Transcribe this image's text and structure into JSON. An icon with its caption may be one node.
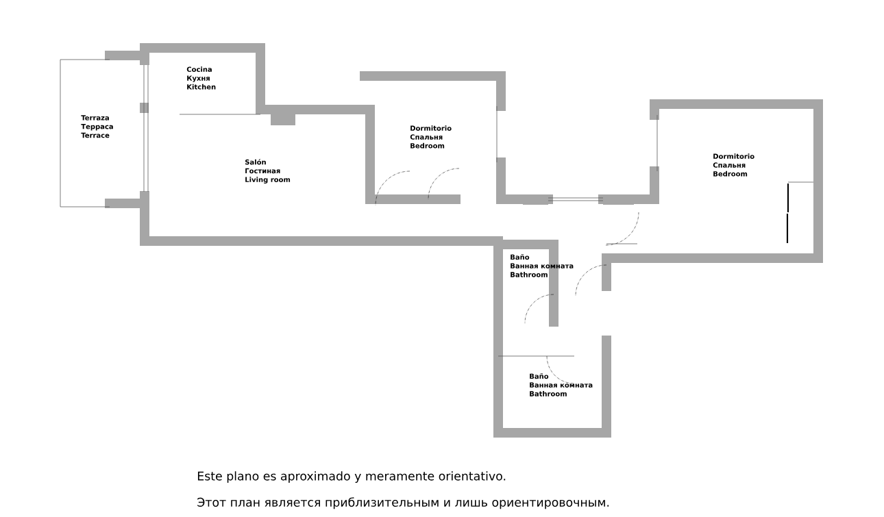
{
  "diagram": {
    "nodes": [
      {
        "text": [
          "Terraza",
          "Терраса",
          "Terrace"
        ]
      },
      {
        "text": [
          "Cocina",
          "Кухня",
          "Kitchen"
        ]
      },
      {
        "text": [
          "Salón",
          "Гостиная",
          "Living room"
        ]
      },
      {
        "text": [
          "Dormitorio",
          "Спальня",
          "Bedroom"
        ]
      },
      {
        "text": [
          "Dormitorio",
          "Спальня",
          "Bedroom"
        ]
      },
      {
        "text": [
          "Baño",
          "Ванная комната",
          "Bathroom"
        ]
      },
      {
        "text": [
          "Baño",
          "Ванная комната",
          "Bathroom"
        ]
      }
    ],
    "labels": [
      "Este plano es aproximado y meramente orientativo.",
      "Этот план является приблизительным и лишь ориентировочным."
    ]
  }
}
